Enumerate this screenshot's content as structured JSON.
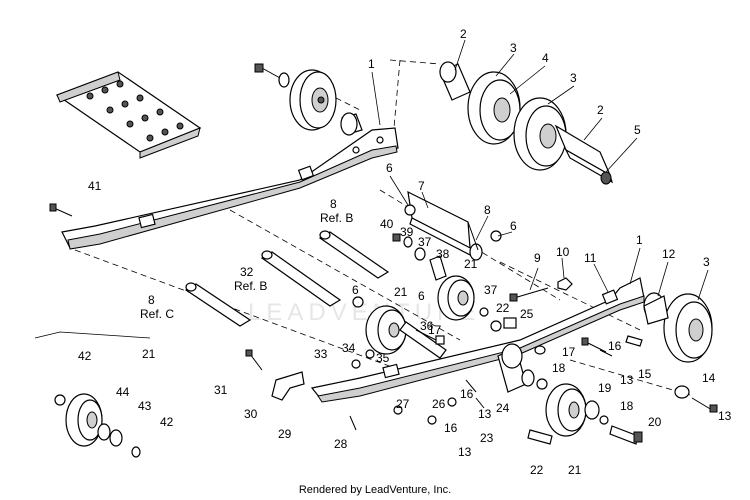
{
  "footer": "Rendered by LeadVenture, Inc.",
  "watermark": "LEADVENTURE",
  "labels": {
    "l1a": "1",
    "l1b": "1",
    "l2a": "2",
    "l2b": "2",
    "l3a": "3",
    "l3b": "3",
    "l3c": "3",
    "l4": "4",
    "l5": "5",
    "l6a": "6",
    "l6b": "6",
    "l6c": "6",
    "l6d": "6",
    "l7": "7",
    "l8a": "8",
    "l8b": "8",
    "l8c": "8",
    "refB1": "Ref. B",
    "refB2": "Ref. B",
    "refC": "Ref. C",
    "l9": "9",
    "l10": "10",
    "l11": "11",
    "l12": "12",
    "l13a": "13",
    "l13b": "13",
    "l13c": "13",
    "l13d": "13",
    "l14": "14",
    "l15": "15",
    "l16a": "16",
    "l16b": "16",
    "l16c": "16",
    "l17a": "17",
    "l17b": "17",
    "l18a": "18",
    "l18b": "18",
    "l19": "19",
    "l20": "20",
    "l21a": "21",
    "l21b": "21",
    "l21c": "21",
    "l21d": "21",
    "l22a": "22",
    "l22b": "22",
    "l23": "23",
    "l24": "24",
    "l25": "25",
    "l26": "26",
    "l27": "27",
    "l28": "28",
    "l29": "29",
    "l30": "30",
    "l31": "31",
    "l32": "32",
    "l33": "33",
    "l34": "34",
    "l35": "35",
    "l36": "36",
    "l37a": "37",
    "l37b": "37",
    "l38": "38",
    "l39": "39",
    "l40": "40",
    "l41": "41",
    "l42a": "42",
    "l42b": "42",
    "l43": "43",
    "l44": "44"
  }
}
